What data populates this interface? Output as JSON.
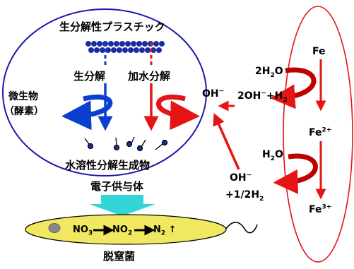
{
  "plastic": {
    "title": "生分解性プラスチック",
    "biodegradation": "生分解",
    "hydrolysis": "加水分解",
    "microbe_line1": "微生物",
    "microbe_line2": "（酵素）",
    "products": "水溶性分解生成物"
  },
  "electron_donor": "電子供与体",
  "denitrification": {
    "no3": "NO",
    "no3_sub": "3",
    "no2": "NO",
    "no2_sub": "2",
    "n2": "N",
    "n2_sub": "2",
    "gas_arrow": "↑",
    "label": "脱窒菌"
  },
  "iron": {
    "fe": "Fe",
    "fe2": "Fe",
    "fe2_sup": "2+",
    "fe3": "Fe",
    "fe3_sup": "3+",
    "water1": "2H",
    "water1_sub": "2",
    "water1_tail": "O",
    "water2": "H",
    "water2_sub": "2",
    "water2_tail": "O",
    "products_a": "2OH",
    "products_a_sup": "−",
    "products_b": "+H",
    "products_b_sub": "2"
  },
  "hydroxide": {
    "oh": "OH",
    "oh_sup": "−",
    "bottom_line1": "OH",
    "bottom_line1_sup": "−",
    "bottom_line2": "+1/2H",
    "bottom_line2_sub": "2"
  },
  "colors": {
    "blue_outline": "#1a1aa8",
    "blue_arrow": "#0a3fd0",
    "red": "#e61414",
    "cyan_arrow": "#33d6d6",
    "bacterium_fill": "#f0e860",
    "bead": "#1a2ea0"
  }
}
